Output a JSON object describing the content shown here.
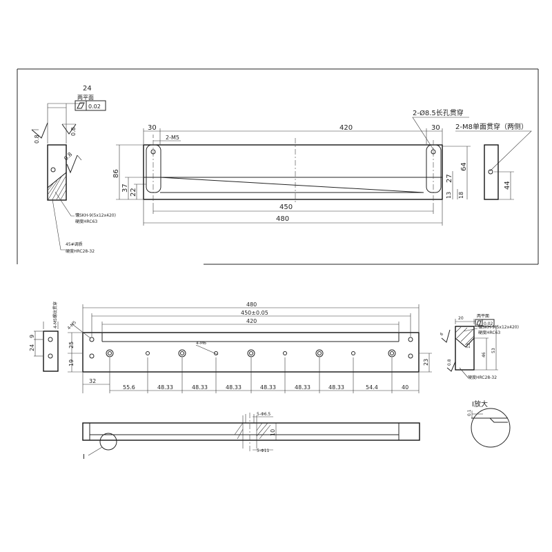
{
  "top_view": {
    "dim_width_24": "24",
    "flatness_label": "两平面",
    "flatness_value": "0.02",
    "roughness_1": "0.8",
    "roughness_2": "0.8",
    "roughness_3": "0.8",
    "dim_30_left": "30",
    "dim_420": "420",
    "dim_30_right": "30",
    "thread_left": "2-M5",
    "slot_holes": "2-Ø8.5长孔贯穿",
    "thread_right": "2-M8单面贯穿（两侧）",
    "dim_86": "86",
    "dim_37": "37",
    "dim_22": "22",
    "dim_27": "27",
    "dim_64": "64",
    "dim_18": "18",
    "dim_13": "13",
    "dim_44": "44",
    "dim_450": "450",
    "dim_480": "480",
    "insert_material": "镶SKH-9(5x12x420)",
    "insert_hardness": "硬度HRC63",
    "body_material": "45#调质",
    "body_hardness": "硬度HRC28-32"
  },
  "bottom_view": {
    "dim_480": "480",
    "dim_450": "450±0.05",
    "dim_420": "420",
    "dim_24": "24",
    "dim_9": "9",
    "dim_25": "25",
    "dim_19": "19",
    "dim_32": "32",
    "dim_23": "23",
    "small_side_note": "4-M5螺纹贯穿",
    "angle_holes": "4-M5",
    "holes_label": "4-M6",
    "spacings": [
      "55.6",
      "48.33",
      "48.33",
      "48.33",
      "48.33",
      "48.33",
      "48.33",
      "54.4",
      "40"
    ],
    "counterbore_top": "5-Φ6.5",
    "counterbore_bottom": "5-Φ11",
    "dim_10": "10",
    "detail_marker": "I",
    "detail_title": "I放大",
    "detail_dim": "0.1",
    "right_flatness_label": "两平面",
    "right_flatness_value": "0.02",
    "right_dim_20": "20",
    "right_dim_46": "46",
    "right_dim_53": "53",
    "right_dim_13": "13",
    "right_rough_1": "6",
    "right_rough_2": "0.8",
    "right_insert": "镶SKH-9(5x12x420)",
    "right_insert_hrc": "硬度HRC63",
    "right_body_hrc": "硬度HRC28-32"
  }
}
